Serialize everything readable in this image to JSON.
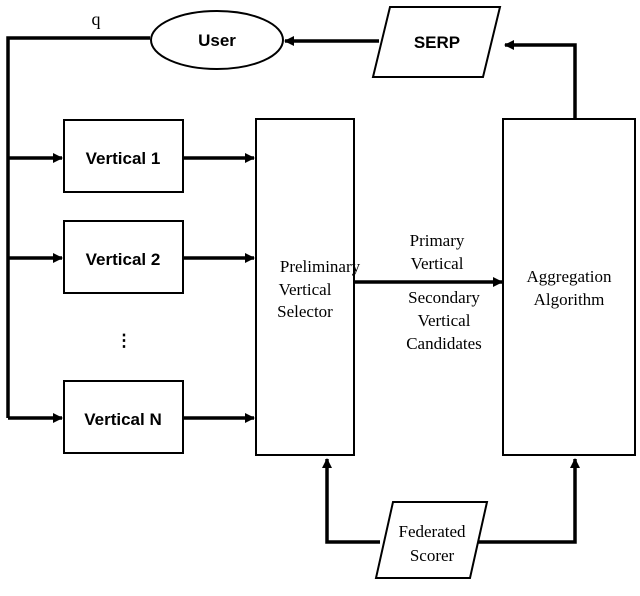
{
  "diagram": {
    "query_label": "q",
    "user": "User",
    "serp": "SERP",
    "verticals": {
      "v1": "Vertical 1",
      "v2": "Vertical 2",
      "ellipsis": "⋮",
      "vn": "Vertical N"
    },
    "selector": {
      "line1": "Preliminary",
      "line2": "Vertical",
      "line3": "Selector"
    },
    "primary": {
      "line1": "Primary",
      "line2": "Vertical"
    },
    "secondary": {
      "line1": "Secondary",
      "line2": "Vertical",
      "line3": "Candidates"
    },
    "aggregation": {
      "line1": "Aggregation",
      "line2": "Algorithm"
    },
    "scorer": {
      "line1": "Federated",
      "line2": "Scorer"
    },
    "colors": {
      "stroke": "#000000",
      "fill": "#ffffff"
    }
  }
}
